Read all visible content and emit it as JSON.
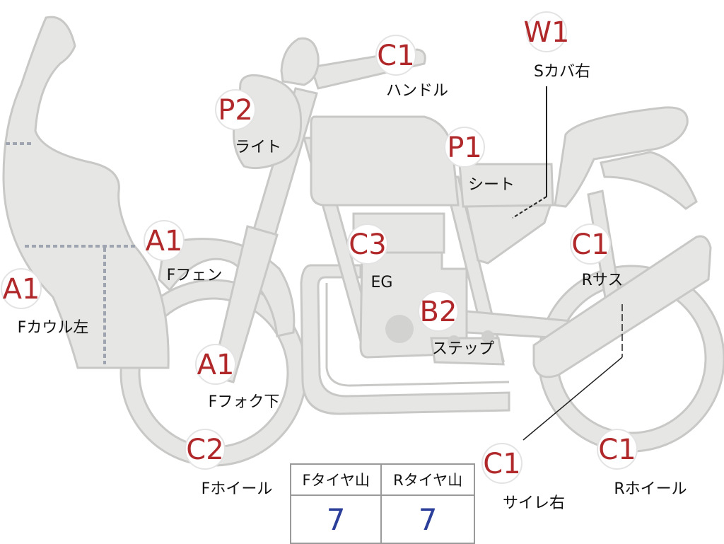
{
  "parts": [
    {
      "id": "a1-fcowl",
      "grade": "A1",
      "label": "Fカウル左"
    },
    {
      "id": "a1-ffender",
      "grade": "A1",
      "label": "Fフェン"
    },
    {
      "id": "a1-ffork",
      "grade": "A1",
      "label": "Fフォク下"
    },
    {
      "id": "p2-light",
      "grade": "P2",
      "label": "ライト"
    },
    {
      "id": "c1-handle",
      "grade": "C1",
      "label": "ハンドル"
    },
    {
      "id": "w1-scover",
      "grade": "W1",
      "label": "Sカバ右"
    },
    {
      "id": "p1-seat",
      "grade": "P1",
      "label": "シート"
    },
    {
      "id": "c3-engine",
      "grade": "C3",
      "label": "EG"
    },
    {
      "id": "b2-step",
      "grade": "B2",
      "label": "ステップ"
    },
    {
      "id": "c1-rsus",
      "grade": "C1",
      "label": "Rサス"
    },
    {
      "id": "c2-fwheel",
      "grade": "C2",
      "label": "Fホイール"
    },
    {
      "id": "c1-silencer",
      "grade": "C1",
      "label": "サイレ右"
    },
    {
      "id": "c1-rwheel",
      "grade": "C1",
      "label": "Rホイール"
    }
  ],
  "tire_table": {
    "front_header": "Fタイヤ山",
    "rear_header": "Rタイヤ山",
    "front_value": "7",
    "rear_value": "7"
  },
  "colors": {
    "body_fill": "#e6e6e4",
    "outline": "#c8c8c6",
    "grade_text": "#b0282a",
    "value_text": "#2b3f9a"
  }
}
